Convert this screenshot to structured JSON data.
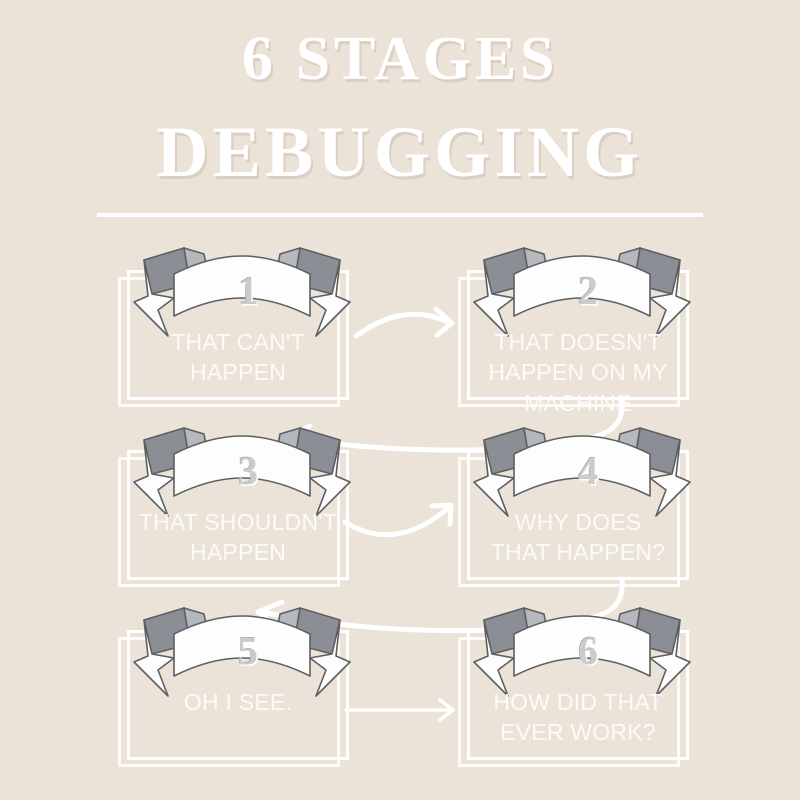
{
  "title": {
    "line1": "6 STAGES",
    "line2": "DEBUGGING"
  },
  "colors": {
    "background": "#ebe2d8",
    "ribbon_face": "#fdfdfd",
    "ribbon_fold_dark": "#8b8f95",
    "ribbon_fold_light": "#b5b9bd",
    "text_white": "#fdfbf8",
    "number_gray": "#c9ccce",
    "outline": "#5d5f62"
  },
  "stages": [
    {
      "number": "1",
      "caption": "THAT CAN'T\nHAPPEN"
    },
    {
      "number": "2",
      "caption": "THAT DOESN'T\nHAPPEN ON MY\nMACHINE"
    },
    {
      "number": "3",
      "caption": "THAT SHOULDN'T\nHAPPEN"
    },
    {
      "number": "4",
      "caption": "WHY DOES\nTHAT HAPPEN?"
    },
    {
      "number": "5",
      "caption": "OH I SEE."
    },
    {
      "number": "6",
      "caption": "HOW DID THAT\nEVER WORK?"
    }
  ],
  "connectors": [
    {
      "name": "arrow-1-to-2",
      "style": "curve-right"
    },
    {
      "name": "arrow-2-to-3",
      "style": "sweep-down-left"
    },
    {
      "name": "arrow-3-to-4",
      "style": "curve-up-right"
    },
    {
      "name": "arrow-4-to-5",
      "style": "sweep-down-left"
    },
    {
      "name": "arrow-5-to-6",
      "style": "straight-right"
    }
  ]
}
